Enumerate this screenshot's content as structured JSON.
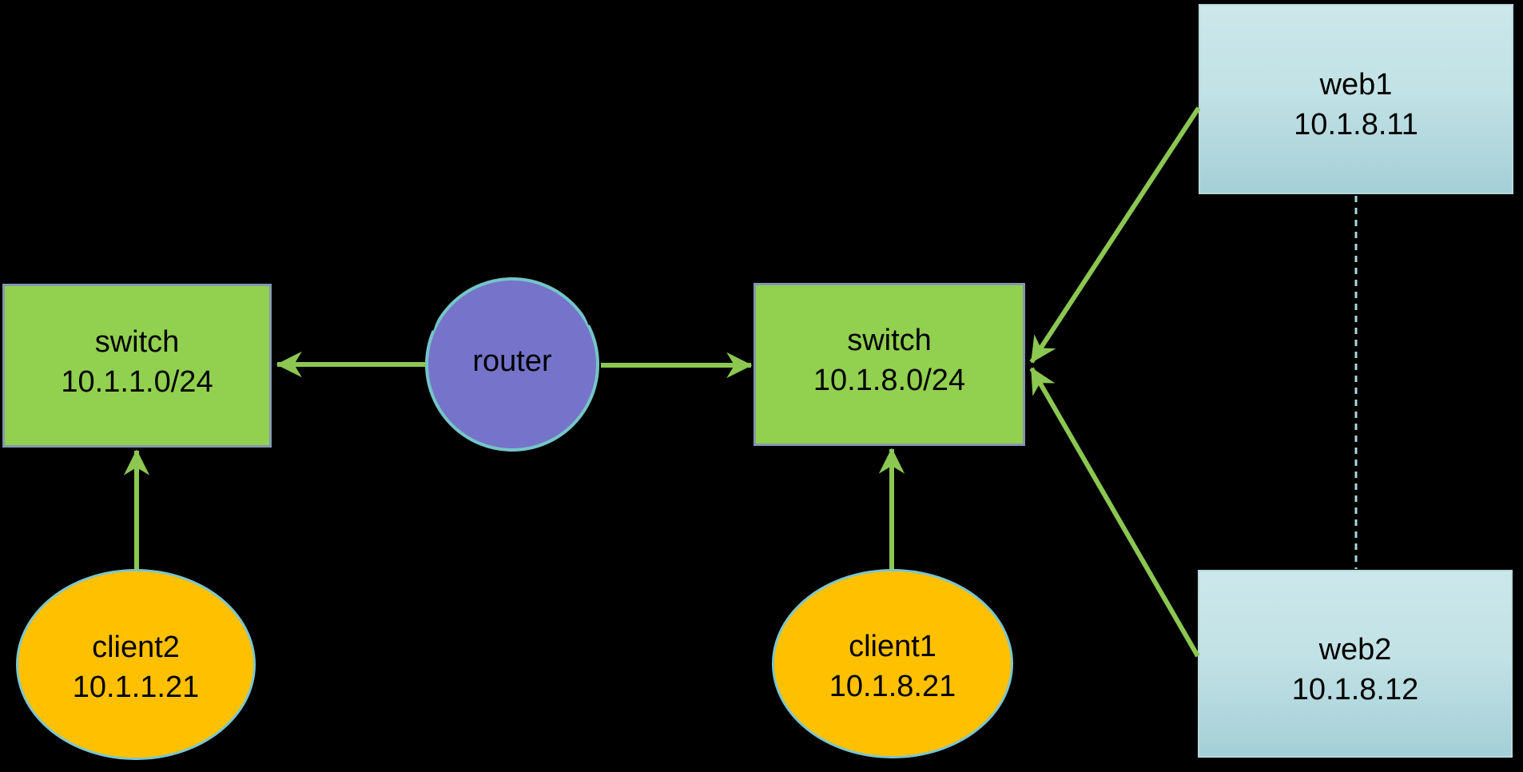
{
  "title": "network topology diagram",
  "colors": {
    "background": "#000000",
    "switch_fill": "#92D050",
    "switch_border": "#8497B0",
    "router_fill": "#7574CA",
    "router_border": "#75C5C8",
    "client_fill": "#FFC000",
    "client_border": "#7EC6CC",
    "web_fill_top": "#CBE7EA",
    "web_fill_bottom": "#A4CFD6",
    "web_border": "#B9D8DC",
    "edge_color": "#8CC751",
    "dashed_color": "#ABD7DC"
  },
  "nodes": {
    "switch1": {
      "label": "switch",
      "ip": "10.1.1.0/24"
    },
    "switch2": {
      "label": "switch",
      "ip": "10.1.8.0/24"
    },
    "router": {
      "label": "router"
    },
    "web1": {
      "label": "web1",
      "ip": "10.1.8.11"
    },
    "web2": {
      "label": "web2",
      "ip": "10.1.8.12"
    },
    "client1": {
      "label": "client1",
      "ip": "10.1.8.21"
    },
    "client2": {
      "label": "client2",
      "ip": "10.1.1.21"
    }
  },
  "edges": [
    {
      "from": "router",
      "to": "switch1",
      "type": "arrow"
    },
    {
      "from": "router",
      "to": "switch2",
      "type": "arrow"
    },
    {
      "from": "client2",
      "to": "switch1",
      "type": "arrow"
    },
    {
      "from": "client1",
      "to": "switch2",
      "type": "arrow"
    },
    {
      "from": "web1",
      "to": "switch2",
      "type": "arrow"
    },
    {
      "from": "web2",
      "to": "switch2",
      "type": "arrow"
    },
    {
      "from": "web1",
      "to": "web2",
      "type": "dashed-line"
    }
  ]
}
